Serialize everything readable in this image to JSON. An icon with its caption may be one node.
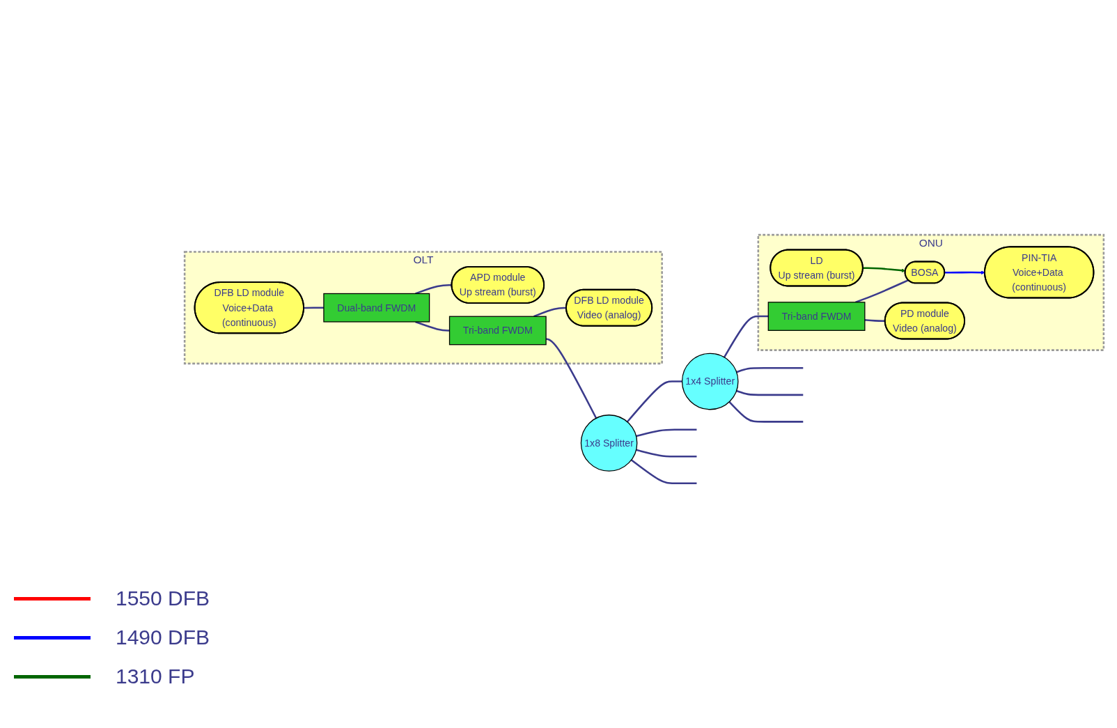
{
  "diagram": {
    "nodes": [
      {
        "text": [
          "OLT"
        ]
      },
      {
        "text": [
          "DFB LD module",
          "Voice+Data (continuous)"
        ],
        "in": 0
      },
      {
        "text": [
          "APD module",
          "Up stream (burst)"
        ],
        "in": 0
      },
      {
        "text": [
          "Dual-band FWDM"
        ],
        "in": 0
      },
      {
        "text": [
          "Tri-band FWDM"
        ],
        "in": 0
      },
      {
        "text": [
          "DFB LD module",
          "Video (analog)"
        ],
        "in": 0
      },
      {
        "text": [
          "1x8 Splitter"
        ]
      },
      {
        "text": [
          "1x4 Splitter"
        ]
      },
      {
        "text": [
          "ONU"
        ]
      },
      {
        "text": [
          "Tri-band FWDM"
        ],
        "in": 8
      },
      {
        "text": [
          "BOSA"
        ],
        "in": 8
      },
      {
        "text": [
          "LD",
          "Up stream (burst)"
        ],
        "in": 8
      },
      {
        "text": [
          "PIN-TIA",
          "Voice+Data (continuous)"
        ],
        "in": 8
      },
      {
        "text": [
          "PD module",
          "Video (analog)"
        ],
        "in": 8
      }
    ],
    "edges": [
      {
        "from": 1,
        "to": 3,
        "arrow": "none"
      },
      {
        "from": 3,
        "to": 2,
        "arrow": "none"
      },
      {
        "from": 3,
        "to": 4,
        "arrow": "none"
      },
      {
        "from": 4,
        "to": 5,
        "arrow": "none"
      },
      {
        "from": 4,
        "to": 6,
        "arrow": "none"
      },
      {
        "from": 6,
        "to": null,
        "arrow": "none"
      },
      {
        "from": 6,
        "to": null,
        "arrow": "none"
      },
      {
        "from": 6,
        "to": null,
        "arrow": "none"
      },
      {
        "from": 6,
        "to": 7,
        "arrow": "none"
      },
      {
        "from": 7,
        "to": null,
        "arrow": "none"
      },
      {
        "from": 7,
        "to": null,
        "arrow": "none"
      },
      {
        "from": 7,
        "to": null,
        "arrow": "none"
      },
      {
        "from": 7,
        "to": 9,
        "arrow": "none"
      },
      {
        "from": 9,
        "to": 10,
        "arrow": "none"
      },
      {
        "from": 9,
        "to": 13,
        "arrow": "none"
      },
      {
        "from": 11,
        "to": 10,
        "arrow": "to",
        "color": "#006600"
      },
      {
        "from": 10,
        "to": 12,
        "arrow": "to",
        "color": "#0000ff"
      }
    ],
    "legend": [
      {
        "text": "1550 DFB",
        "color": "#ff0000"
      },
      {
        "text": "1490 DFB",
        "color": "#0000ff"
      },
      {
        "text": "1310 FP",
        "color": "#006600"
      }
    ]
  }
}
